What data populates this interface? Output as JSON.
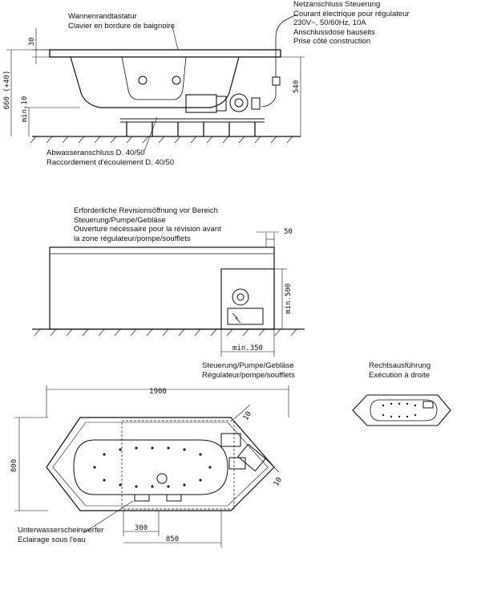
{
  "labels": {
    "rim_control": [
      "Wannenrandtastatur",
      "Clavier en bordure de baignoire"
    ],
    "power": [
      "Netzanschluss Steuerung",
      "Courant électrique pour régulateur",
      "230V~, 50/60Hz, 10A",
      "Anschlussdose bauseits",
      "Prise côté construction"
    ],
    "drain": [
      "Abwasseranschluss D. 40/50",
      "Raccordement d'écoulement D. 40/50"
    ],
    "inspection": [
      "Erforderliche Revisionsöffnung vor Bereich",
      "Steuerung/Pumpe/Gebläse",
      "Ouverture nécessaire pour la révision avant",
      "la zone régulateur/pompe/soufflets"
    ],
    "control_unit": [
      "Steuerung/Pumpe/Gebläse",
      "Régulateur/pompe/soufflets"
    ],
    "right_version": [
      "Rechtsausführung",
      "Exécution à droite"
    ],
    "underwater_light": [
      "Unterwasserscheinwerfer",
      "Eclairage sous l'eau"
    ]
  },
  "dimensions": {
    "rim": "30",
    "total_height": "660 (+40)",
    "min_feet": "min.10",
    "tub_height": "540",
    "inspection_depth": "50",
    "inspection_height": "min.500",
    "inspection_width": "min.350",
    "length": "1900",
    "width": "800",
    "light_offset": "300",
    "center_offset": "850",
    "corner_a": "10",
    "corner_b": "10"
  }
}
